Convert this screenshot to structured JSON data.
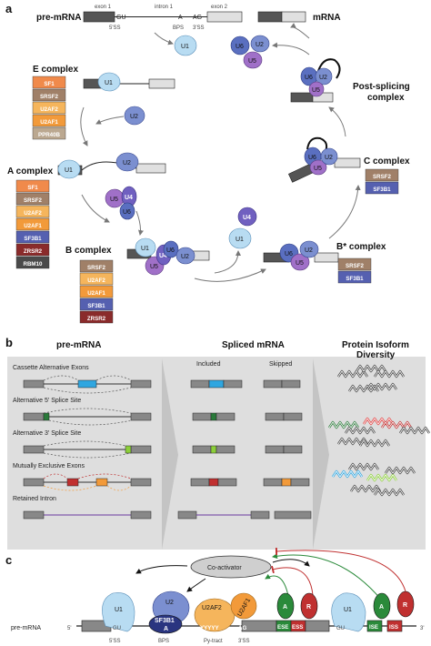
{
  "panel_a": {
    "letter": "a",
    "pre_mrna_title": "pre-mRNA",
    "exon1": "exon 1",
    "intron1": "intron 1",
    "exon2": "exon 2",
    "gu": "GU",
    "a_site": "A",
    "ag": "AG",
    "ss5": "5'SS",
    "bps": "BPS",
    "ss3": "3'SS",
    "mrna_title": "mRNA",
    "e_complex": "E complex",
    "a_complex": "A complex",
    "b_complex": "B complex",
    "bstar_complex": "B* complex",
    "c_complex": "C complex",
    "post_splicing_1": "Post-splicing",
    "post_splicing_2": "complex",
    "e_factors": [
      "SF1",
      "SRSF2",
      "U2AF2",
      "U2AF1",
      "PPR40B"
    ],
    "a_factors": [
      "SF1",
      "SRSF2",
      "U2AF2",
      "U2AF1",
      "SF3B1",
      "ZRSR2",
      "RBM10"
    ],
    "b_factors": [
      "SRSF2",
      "U2AF2",
      "U2AF1",
      "SF3B1",
      "ZRSR2"
    ],
    "c_factors": [
      "SRSF2",
      "SF3B1"
    ],
    "bstar_factors": [
      "SRSF2",
      "SF3B1"
    ],
    "snrnp": {
      "u1": "U1",
      "u2": "U2",
      "u4": "U4",
      "u5": "U5",
      "u6": "U6"
    }
  },
  "panel_b": {
    "letter": "b",
    "pre_mrna_title": "pre-mRNA",
    "spliced_title": "Spliced mRNA",
    "isoform_title_1": "Protein Isoform",
    "isoform_title_2": "Diversity",
    "included": "Included",
    "skipped": "Skipped",
    "events": [
      "Cassette Alternative Exons",
      "Alternative 5' Splice Site",
      "Alternative 3' Splice Site",
      "Mutually Exclusive Exons",
      "Retained Intron"
    ]
  },
  "panel_c": {
    "letter": "c",
    "coactivator": "Co-activator",
    "pre_mrna": "pre-mRNA",
    "five": "5'",
    "three": "3'",
    "u1": "U1",
    "u2": "U2",
    "sf3b1": "SF3B1",
    "a_letter": "A",
    "u2af2": "U2AF2",
    "u2af1": "U2AF1",
    "gu": "GU",
    "ag": "AG",
    "yyyy": "YYYYY",
    "ss5": "5'SS",
    "bps": "BPS",
    "py_tract": "Py-tract",
    "ss3": "3'SS",
    "ese": "ESE",
    "ess": "ESS",
    "ise": "ISE",
    "iss": "ISS",
    "activator": "A",
    "repressor": "R"
  },
  "colors": {
    "sf1": "#f08a4b",
    "srsf2": "#a08068",
    "u2af2": "#f5b55c",
    "u2af1": "#f29a3a",
    "sf3b1": "#5560b0",
    "zrsr2": "#8a2b2b",
    "rbm10": "#4a4a4a",
    "ppr40b": "#bba890",
    "u1": "#b8dcf2",
    "u2": "#7b8fd0",
    "u4": "#7060c0",
    "u5": "#a070c8",
    "u6": "#5a6fc0",
    "panel_bg": "#dedede"
  }
}
